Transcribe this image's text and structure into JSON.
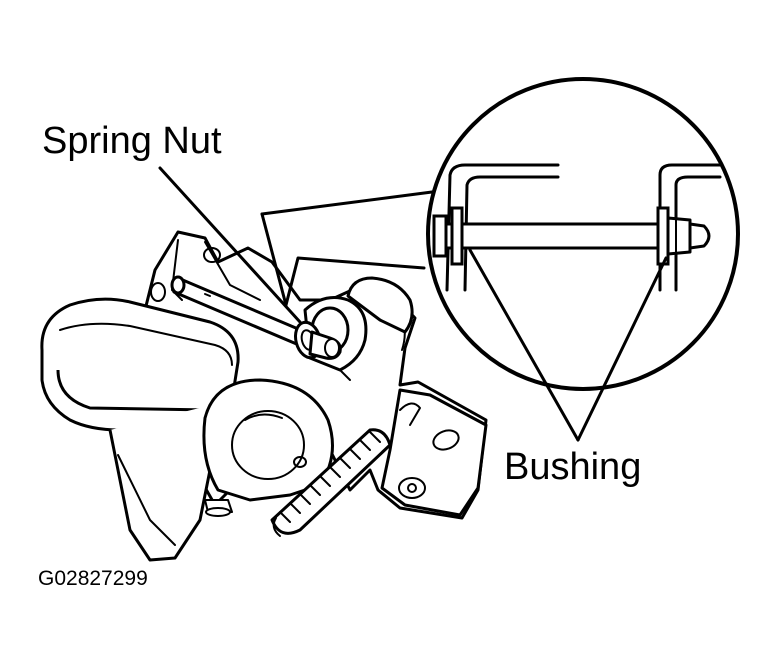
{
  "labels": {
    "spring_nut": "Spring Nut",
    "bushing": "Bushing",
    "figure_code": "G02827299"
  },
  "colors": {
    "ink": "#000000",
    "background": "#ffffff"
  }
}
